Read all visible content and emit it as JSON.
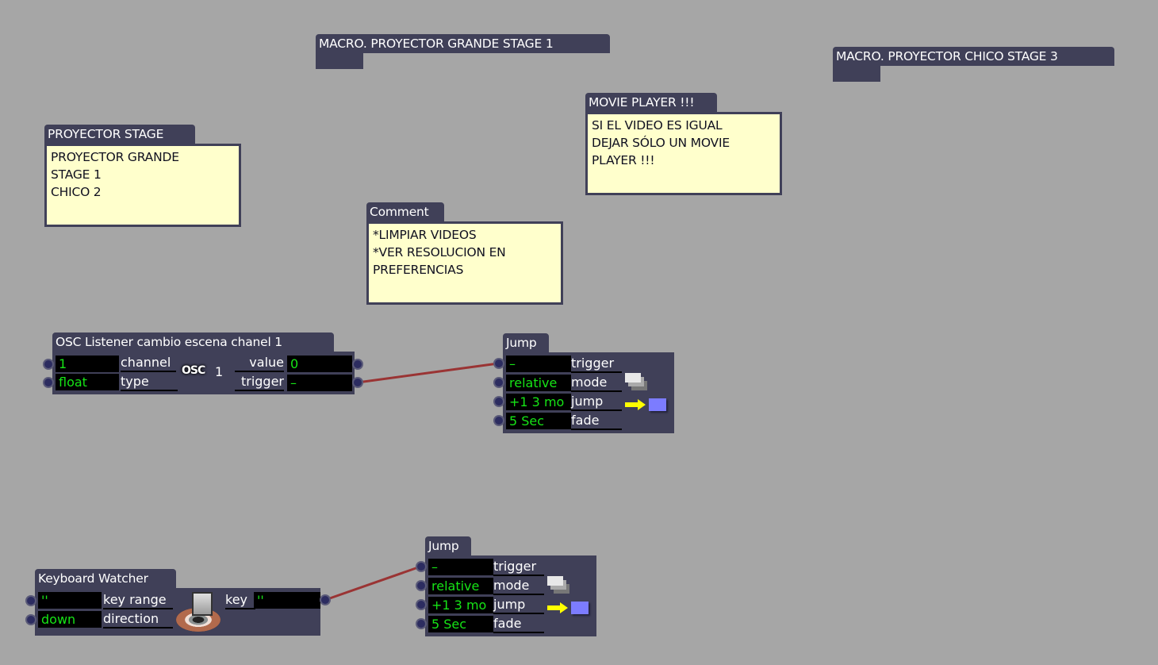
{
  "background_color": "#a6a6a6",
  "colors": {
    "module_body": "#404058",
    "note_fill": "#ffffcc",
    "value_text": "#16e416",
    "cable": "#9a3434",
    "port": "#2c2c60",
    "swatch": "#7c7cff",
    "arrow": "#ffff00"
  },
  "macros": [
    {
      "title": "MACRO. PROYECTOR GRANDE STAGE 1"
    },
    {
      "title": "MACRO. PROYECTOR CHICO STAGE 3"
    }
  ],
  "notes": [
    {
      "title": "PROYECTOR STAGE",
      "lines": [
        "PROYECTOR GRANDE",
        "STAGE 1",
        "CHICO 2"
      ]
    },
    {
      "title": "MOVIE PLAYER !!!",
      "lines": [
        "SI EL VIDEO ES IGUAL",
        "DEJAR SÓLO UN MOVIE",
        "PLAYER !!!"
      ]
    },
    {
      "title": "Comment",
      "lines": [
        "*LIMPIAR VIDEOS",
        "*VER RESOLUCION EN",
        "PREFERENCIAS"
      ]
    }
  ],
  "osc_listener": {
    "title": "OSC Listener cambio escena chanel 1",
    "logo": "OSC",
    "channel_display": "1",
    "inputs": [
      {
        "value": "1",
        "label": "channel"
      },
      {
        "value": "float",
        "label": "type"
      }
    ],
    "outputs": [
      {
        "label": "value",
        "value": "0"
      },
      {
        "label": "trigger",
        "value": "–"
      }
    ]
  },
  "jump_1": {
    "title": "Jump",
    "inputs": [
      {
        "value": "–",
        "label": "trigger"
      },
      {
        "value": "relative",
        "label": "mode"
      },
      {
        "value": "+1 3 mo",
        "label": "jump"
      },
      {
        "value": "5 Sec",
        "label": "fade"
      }
    ],
    "icons": [
      "mode-stack-icon",
      "jump-arrow-icon"
    ]
  },
  "keyboard_watcher": {
    "title": "Keyboard Watcher",
    "inputs": [
      {
        "value": "''",
        "label": "key range"
      },
      {
        "value": "down",
        "label": "direction"
      }
    ],
    "outputs": [
      {
        "label": "key",
        "value": "''"
      }
    ],
    "icons": [
      "key-icon",
      "eye-icon"
    ]
  },
  "jump_2": {
    "title": "Jump",
    "inputs": [
      {
        "value": "–",
        "label": "trigger"
      },
      {
        "value": "relative",
        "label": "mode"
      },
      {
        "value": "+1 3 mo",
        "label": "jump"
      },
      {
        "value": "5 Sec",
        "label": "fade"
      }
    ],
    "icons": [
      "mode-stack-icon",
      "jump-arrow-icon"
    ]
  },
  "connections": [
    {
      "from": "osc_listener.trigger",
      "to": "jump_1.trigger"
    },
    {
      "from": "keyboard_watcher.key",
      "to": "jump_2.trigger"
    }
  ]
}
